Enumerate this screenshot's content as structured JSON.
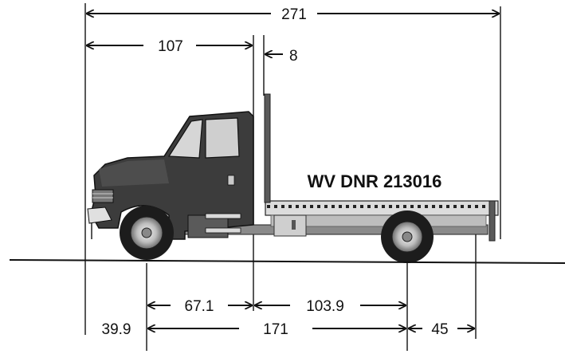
{
  "diagram": {
    "vehicle_label": "WV DNR 213016",
    "dimensions": {
      "overall_length": "271",
      "front_to_cab": "107",
      "cab_gap": "8",
      "cab_to_front_axle": "67.1",
      "cab_to_rear_axle": "103.9",
      "front_overhang": "39.9",
      "wheelbase": "171",
      "rear_overhang": "45"
    }
  },
  "colors": {
    "cab": "#3a3a3a",
    "bed": "#e8e8e8",
    "ground": "#111111"
  },
  "icons": {
    "truck": "truck-icon",
    "wheel": "wheel-icon"
  }
}
